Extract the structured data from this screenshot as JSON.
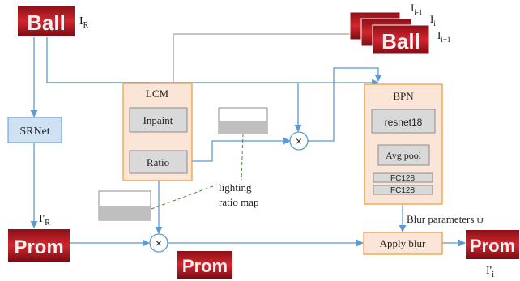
{
  "nodes": {
    "ball_label": "I",
    "ball_sub": "R",
    "ball_word": "Ball",
    "srnet": "SRNet",
    "prom_label": "I'",
    "prom_sub": "R",
    "prom_word": "Prom",
    "lcm_title": "LCM",
    "inpaint": "Inpaint",
    "ratio": "Ratio",
    "lighting_line1": "lighting",
    "lighting_line2": "ratio map",
    "bpn_title": "BPN",
    "resnet": "resnet18",
    "avgpool": "Avg pool",
    "fc1": "FC128",
    "fc2": "FC128",
    "blur_params": "Blur parameters  ψ",
    "apply_blur": "Apply blur",
    "output_word": "Prom",
    "output_label": "I'",
    "output_sub": "i",
    "stack_prev": "I",
    "stack_prev_sub": "i-1",
    "stack_cur": "I",
    "stack_cur_sub": "i",
    "stack_next": "I",
    "stack_next_sub": "i+1",
    "stack_word": "Ball",
    "mid_prom_word": "Prom",
    "multiply": "×"
  },
  "colors": {
    "arrow": "#5b9bd5",
    "gray_line": "#8c8c8c",
    "green_dash": "#4a8a3a",
    "box_blue_fill": "#cfe2f3",
    "box_blue_stroke": "#5b9bd5",
    "box_peach_fill": "#fbe5d6",
    "box_orange_stroke": "#ed9a3a",
    "box_gray_fill": "#d9d9d9",
    "box_gray_stroke": "#8c8c8c",
    "red_tile": "#c0202a",
    "red_tile_dark": "#7a0c14",
    "tile_text": "#f2f2f2"
  }
}
